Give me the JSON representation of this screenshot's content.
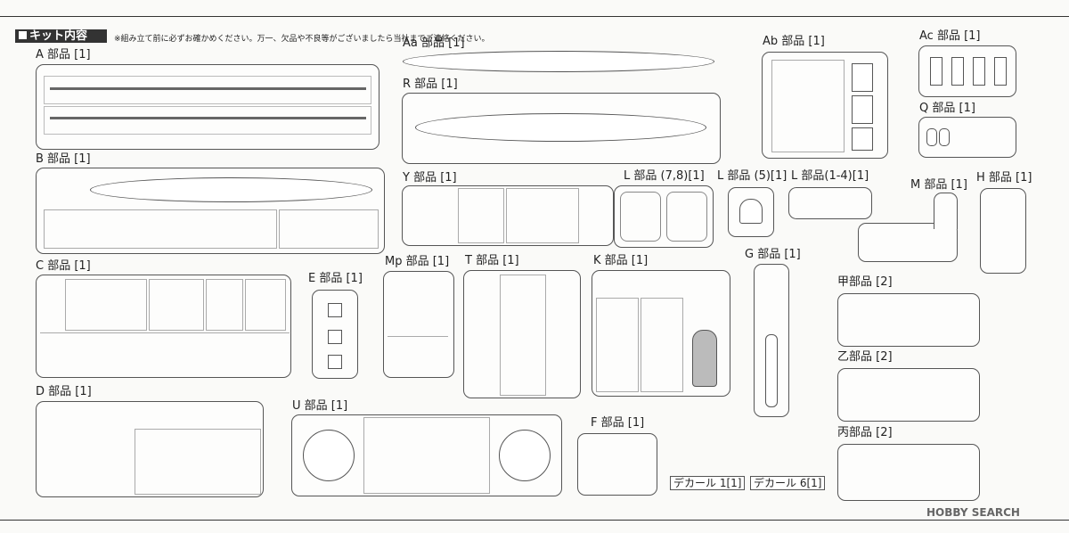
{
  "header": {
    "title": "キット内容",
    "note": "※組み立て前に必ずお確かめください。万一、欠品や不良等がございましたら当社までご連絡ください。"
  },
  "labels": {
    "A": "A 部品 [1]",
    "Aa": "Aa 部品 [1]",
    "Ab": "Ab 部品 [1]",
    "Ac": "Ac 部品 [1]",
    "R": "R 部品 [1]",
    "Q": "Q 部品 [1]",
    "B": "B 部品 [1]",
    "Y": "Y 部品 [1]",
    "L78": "L 部品 (7,8)[1]",
    "L5": "L 部品 (5)[1]",
    "L14": "L 部品(1-4)[1]",
    "M": "M 部品 [1]",
    "H": "H 部品 [1]",
    "C": "C 部品 [1]",
    "E": "E 部品 [1]",
    "Mp": "Mp 部品 [1]",
    "T": "T 部品 [1]",
    "K": "K 部品 [1]",
    "G": "G 部品 [1]",
    "Kou": "甲部品 [2]",
    "Otsu": "乙部品 [2]",
    "Hei": "丙部品 [2]",
    "D": "D 部品 [1]",
    "U": "U 部品 [1]",
    "F": "F 部品 [1]",
    "decal1": "デカール 1[1]",
    "decal6": "デカール 6[1]"
  },
  "watermark": "HOBBY SEARCH"
}
